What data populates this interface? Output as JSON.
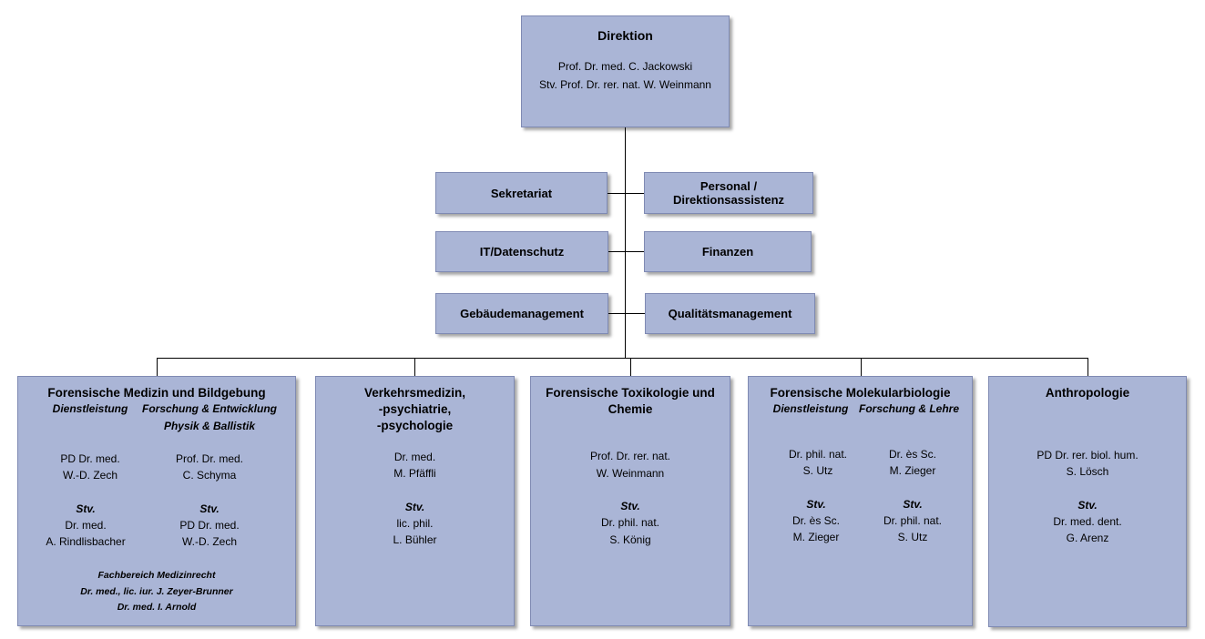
{
  "direktion": {
    "title": "Direktion",
    "line1": "Prof. Dr. med. C. Jackowski",
    "line2": "Stv. Prof. Dr. rer. nat. W. Weinmann"
  },
  "staff": {
    "sekretariat": "Sekretariat",
    "personal": "Personal /\nDirektionsassistenz",
    "it": "IT/Datenschutz",
    "finanzen": "Finanzen",
    "gebaeude": "Gebäudemanagement",
    "qualitaet": "Qualitätsmanagement"
  },
  "dept1": {
    "title": "Forensische Medizin und Bildgebung",
    "sub_left": "Dienstleistung",
    "sub_right": "Forschung & Entwicklung",
    "sub_right2": "Physik & Ballistik",
    "left_head1": "PD Dr. med.",
    "left_head2": "W.-D. Zech",
    "right_head1": "Prof. Dr. med.",
    "right_head2": "C. Schyma",
    "left_stv": "Stv.",
    "left_dep1": "Dr. med.",
    "left_dep2": "A. Rindlisbacher",
    "right_stv": "Stv.",
    "right_dep1": "PD Dr. med.",
    "right_dep2": "W.-D. Zech",
    "fb_title": "Fachbereich Medizinrecht",
    "fb_line1": "Dr. med., lic. iur. J. Zeyer-Brunner",
    "fb_line2": "Dr. med. I. Arnold"
  },
  "dept2": {
    "title": "Verkehrsmedizin,\n-psychiatrie,\n-psychologie",
    "head1": "Dr. med.",
    "head2": "M. Pfäffli",
    "stv": "Stv.",
    "dep1": "lic. phil.",
    "dep2": "L. Bühler"
  },
  "dept3": {
    "title": "Forensische Toxikologie und\nChemie",
    "head1": "Prof. Dr. rer. nat.",
    "head2": "W. Weinmann",
    "stv": "Stv.",
    "dep1": "Dr. phil. nat.",
    "dep2": "S. König"
  },
  "dept4": {
    "title": "Forensische Molekularbiologie",
    "sub_left": "Dienstleistung",
    "sub_right": "Forschung & Lehre",
    "left_head1": "Dr. phil. nat.",
    "left_head2": "S. Utz",
    "right_head1": "Dr. ès Sc.",
    "right_head2": "M. Zieger",
    "left_stv": "Stv.",
    "left_dep1": "Dr. ès Sc.",
    "left_dep2": "M. Zieger",
    "right_stv": "Stv.",
    "right_dep1": "Dr. phil. nat.",
    "right_dep2": "S. Utz"
  },
  "dept5": {
    "title": "Anthropologie",
    "head1": "PD Dr. rer. biol. hum.",
    "head2": "S. Lösch",
    "stv": "Stv.",
    "dep1": "Dr. med. dent.",
    "dep2": "G. Arenz"
  }
}
